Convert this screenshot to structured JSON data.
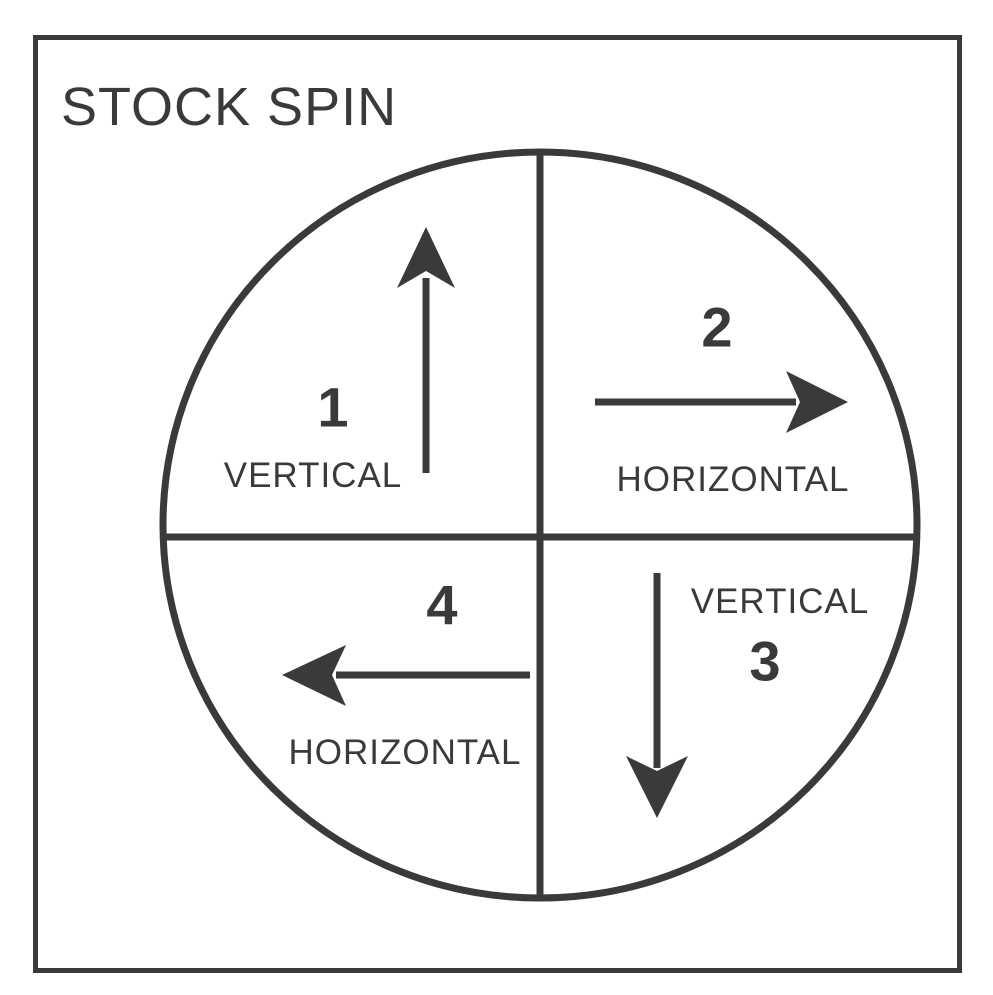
{
  "title": "STOCK SPIN",
  "colors": {
    "ink": "#3a3a3a",
    "background": "#ffffff"
  },
  "diagram": {
    "shape": "circle-divided-into-four-quadrants",
    "quadrants": [
      {
        "position": "top-left",
        "number": "1",
        "label": "VERTICAL",
        "arrow_direction": "up"
      },
      {
        "position": "top-right",
        "number": "2",
        "label": "HORIZONTAL",
        "arrow_direction": "right"
      },
      {
        "position": "bottom-right",
        "number": "3",
        "label": "VERTICAL",
        "arrow_direction": "down"
      },
      {
        "position": "bottom-left",
        "number": "4",
        "label": "HORIZONTAL",
        "arrow_direction": "left"
      }
    ]
  }
}
